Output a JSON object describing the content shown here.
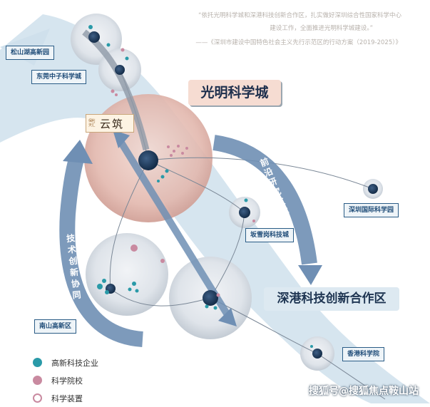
{
  "quote": {
    "line1": "“依托光明科学城和深港科技创新合作区，扎实做好深圳综合性国家科学中心",
    "line2": "建设工作，全面推进光明科学城建设。”",
    "line3": "——《深圳市建设中国特色社会主义先行示范区的行动方案（2019-2025）》"
  },
  "titles": {
    "guangming": "光明科学城",
    "shengang": "深港科技创新合作区"
  },
  "yunzhu": {
    "small": "保利天汇",
    "main": "云筑"
  },
  "arrows": {
    "left_label": "技术创新协同",
    "right_label": "前沿研究支撑"
  },
  "nodes": {
    "songshan": "松山湖高新园",
    "dongguan": "东莞中子科学城",
    "shenzhen_intl": "深圳国际科学园",
    "bantian": "坂雪岗科技城",
    "nanshan": "南山高新区",
    "hongkong": "香港科学院"
  },
  "legend": [
    {
      "label": "高新科技企业",
      "color": "#2a9aa8"
    },
    {
      "label": "科学院校",
      "color": "#c98aa0"
    },
    {
      "label": "科学装置",
      "color": "#c98aa0"
    }
  ],
  "colors": {
    "navy": "#1f3f63",
    "arrow_blue": "#6f8fb4",
    "band": "#cfe0ec",
    "sphere_pink": "#d8a9a0",
    "teal": "#2a9aa8"
  },
  "watermark": "搜狐号@搜狐焦点鞍山站"
}
